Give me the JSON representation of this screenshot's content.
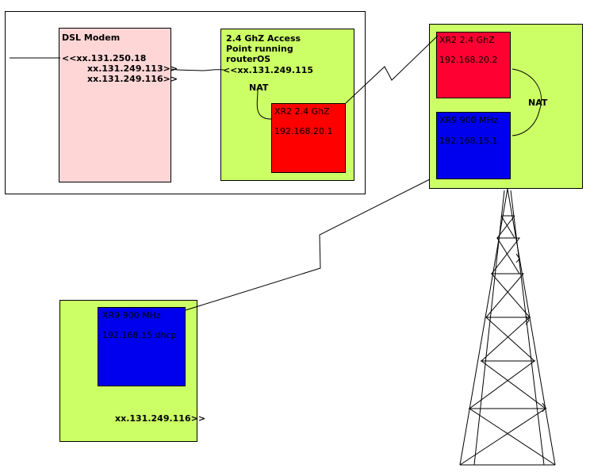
{
  "modem": {
    "title": "DSL Modem",
    "ip_main": "<<xx.131.250.18",
    "ip_alias1": "xx.131.249.113>>",
    "ip_alias2": "xx.131.249.116>>"
  },
  "access_point": {
    "title": "2.4 GhZ Access\nPoint running\nrouterOS",
    "ip": "<<xx.131.249.115",
    "nat": "NAT"
  },
  "xr2_local": {
    "name": "XR2 2.4 GhZ",
    "ip": "192.168.20.1"
  },
  "tower": {
    "xr2_name": "XR2 2.4 GhZ",
    "xr2_ip": "192.168.20.2",
    "nat": "NAT",
    "xr9_name": "XR9 900 MHz",
    "xr9_ip": "192.168.15.1"
  },
  "client": {
    "xr9_name": "XR9 900 MHz",
    "xr9_ip": "192.168.15.dhcp",
    "public_ip": "xx.131.249.116>>"
  },
  "colors": {
    "modem": "#ffd6d6",
    "lime": "#ccff66",
    "red": "#ff0000",
    "blue": "#0000ee"
  }
}
